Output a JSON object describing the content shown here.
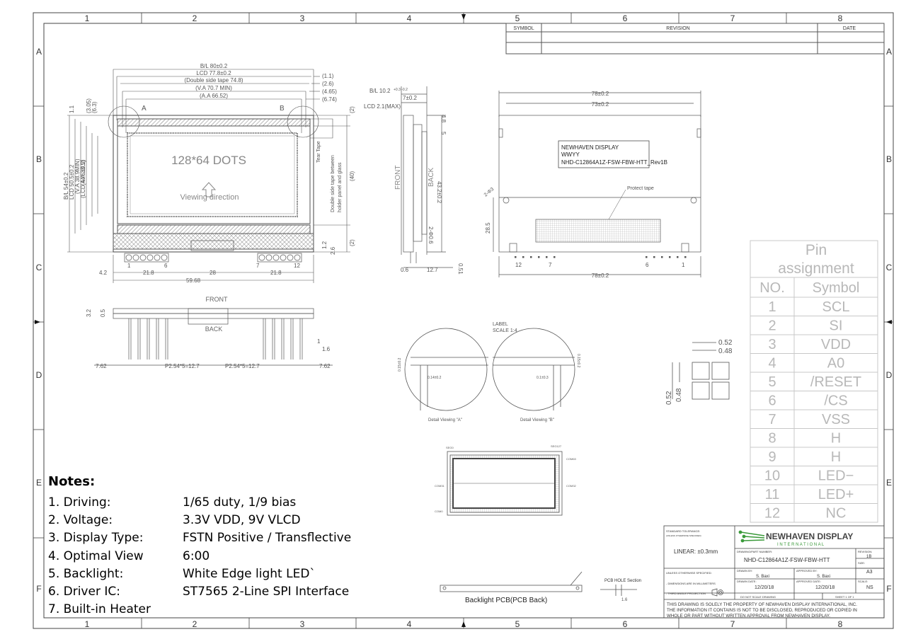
{
  "frame": {
    "top_cols": [
      "1",
      "2",
      "3",
      "4",
      "5",
      "6",
      "7",
      "8"
    ],
    "rows": [
      "A",
      "B",
      "C",
      "D",
      "E",
      "F"
    ]
  },
  "revision_table": {
    "col_symbol": "SYMBOL",
    "col_revision": "REVISION",
    "col_date": "DATE"
  },
  "front_view": {
    "dim_bl": "B/L 80±0.2",
    "dim_lcd": "LCD 77.8±0.2",
    "dim_double_side_tape": "(Double side tape 74.8)",
    "dim_va": "(V.A 70.7 MIN)",
    "dim_aa": "(A.A 66.52)",
    "dim_r1": "(1.1)",
    "dim_r2": "(2.6)",
    "dim_r3": "(4.65)",
    "dim_r4": "(6.74)",
    "marker_a": "A",
    "marker_b": "B",
    "dots_label": "128*64 DOTS",
    "viewing_label": "Viewing direction",
    "tear_tape": "Tear Tape",
    "double_side_tape_note_1": "Double side tape between",
    "double_side_tape_note_2": "holder panel and glass",
    "left_dims": [
      "B/L 54±0.2",
      "LCD 50.5±0.2",
      "(V.A 38.9MIN)",
      "(A.A 33.5)",
      "(3.05)",
      "(6.3)",
      "1.1",
      "(LCD 44.5±0.2)"
    ],
    "right_dims": [
      "(2)",
      "(40)",
      "(2)"
    ],
    "pin_labels": [
      "1",
      "6",
      "7",
      "12"
    ],
    "bottom_dims": [
      "4.2",
      "21.8",
      "28",
      "21.8",
      "1.2",
      "2.6"
    ],
    "dim_total": "59.68"
  },
  "side_view": {
    "dim_bl": "B/L 10.2",
    "dim_bl_tol": "+0.3 -0.2",
    "dim_lcd": "LCD 2.1(MAX)",
    "dim_7": "7±0.2",
    "dim_48": "4.8",
    "dim_5": "5",
    "dim_432": "43.2±0.2",
    "dim_pins": "2-Φ0.6",
    "front": "FRONT",
    "back": "BACK",
    "bottom_dims": [
      "0.6",
      "12.7",
      "0.51"
    ]
  },
  "back_view": {
    "dim_78a": "78±0.2",
    "dim_73": "73±0.2",
    "dim_78b": "78±0.2",
    "dim_285": "28.5",
    "dim_hole": "2-Φ3",
    "label_lines": [
      "NEWHAVEN DISPLAY",
      "WWYY",
      "NHD-C12864A1Z-FSW-FBW-HTT_Rev1B"
    ],
    "protect_tape": "Protect tape",
    "pin_labels": [
      "12",
      "7",
      "6",
      "1"
    ]
  },
  "pin_front_view": {
    "front": "FRONT",
    "back": "BACK",
    "dims": [
      "7.62",
      "P2.54*5=12.7",
      "P2.54*5=12.7",
      "7.62"
    ],
    "left_dims": [
      "3.2",
      "0.5"
    ],
    "right_dims": [
      "1",
      "1.6"
    ]
  },
  "label_scale": {
    "label": "LABEL",
    "scale": "SCALE 1:4"
  },
  "details": {
    "detail_a": "Detail Viewing \"A\"",
    "detail_b": "Detail Viewing \"B\"",
    "dim_a_vertical": "0.15±0.2",
    "dim_a_horizontal": "0.14±0.2",
    "dim_b_horizontal": "0.1±0.3",
    "dim_b_vertical": "0.15±0.2"
  },
  "pixel_detail": {
    "dims": [
      "0.52",
      "0.48",
      "0.52",
      "0.48"
    ]
  },
  "pin_assignment": {
    "title_line1": "Pin",
    "title_line2": "assignment",
    "col_no": "NO.",
    "col_symbol": "Symbol",
    "rows": [
      {
        "no": "1",
        "symbol": "SCL"
      },
      {
        "no": "2",
        "symbol": "SI"
      },
      {
        "no": "3",
        "symbol": "VDD"
      },
      {
        "no": "4",
        "symbol": "A0"
      },
      {
        "no": "5",
        "symbol": "/RESET"
      },
      {
        "no": "6",
        "symbol": "/CS"
      },
      {
        "no": "7",
        "symbol": "VSS"
      },
      {
        "no": "8",
        "symbol": "H"
      },
      {
        "no": "9",
        "symbol": "H"
      },
      {
        "no": "10",
        "symbol": "LED−"
      },
      {
        "no": "11",
        "symbol": "LED+"
      },
      {
        "no": "12",
        "symbol": "NC"
      }
    ]
  },
  "backlight_frame": {
    "seg_label": "SEG127",
    "com_labels": [
      "COM63",
      "COM31",
      "COM32",
      "COM0"
    ],
    "seg0": "SEG0"
  },
  "backlight_pcb": {
    "label": "Backlight PCB(PCB Back)",
    "section": "PCB HOLE Section",
    "dim_16": "1.6"
  },
  "notes": {
    "title": "Notes:",
    "items": [
      {
        "label": "1. Driving:",
        "value": "1/65 duty, 1/9 bias"
      },
      {
        "label": "2. Voltage:",
        "value": "3.3V VDD, 9V VLCD"
      },
      {
        "label": "3. Display Type:",
        "value": "FSTN Positive / Transflective"
      },
      {
        "label": "4. Optimal View",
        "value": "6:00"
      },
      {
        "label": "5. Backlight:",
        "value": "White Edge light LED`"
      },
      {
        "label": "6. Driver IC:",
        "value": "ST7565 2-Line SPI Interface"
      },
      {
        "label": "7. Built-in Heater",
        "value": ""
      }
    ]
  },
  "title_block": {
    "std_tol": "STANDARD TOLERANCE:",
    "std_tol_sub": "(UNLESS OTHERWISE SPECIFIED)",
    "linear": "LINEAR:   ±0.3mm",
    "company": "NEWHAVEN DISPLAY",
    "company_sub": "I N T E R N A T I O N A L",
    "drawing_label": "DRAWING/PART NUMBER:",
    "part_number": "NHD-C12864A1Z-FSW-FBW-HTT",
    "revision_label": "REVISION:",
    "revision": "1B",
    "unless": "UNLESS OTHERWISE SPECIFIED:",
    "dims_mm": "- DIMENSIONS ARE IN MILLIMETERS",
    "third_angle": "- THIRD ANGLE PROJECTION",
    "drawn_by_label": "DRAWN BY:",
    "drawn_by": "S. Baxi",
    "approved_by_label": "APPROVED BY:",
    "approved_by": "S. Baxi",
    "size_label": "SIZE:",
    "size": "A3",
    "drawn_date_label": "DRAWN DATE:",
    "drawn_date": "12/20/18",
    "approved_date_label": "APPROVED DATE:",
    "approved_date": "12/20/18",
    "scale_label": "SCALE:",
    "scale": "NS",
    "do_not_scale": "DO NOT SCALE DRAWING",
    "sheet": "SHEET 1 OF 1",
    "disclaimer": [
      "THIS DRAWING IS SOLELY THE PROPERTY OF NEWHAVEN DISPLAY INTERNATIONAL, INC.",
      "THE INFORMATION IT CONTAINS IS NOT TO BE DISCLOSED, REPRODUCED OR COPIED IN",
      "WHOLE OR PART WITHOUT WRITTEN APPROVAL FROM NEWHAVEN DISPLAY."
    ]
  },
  "colors": {
    "line": "#555555",
    "logo_green": "#3a9a3a",
    "pin_table_text": "#b8b8b8"
  }
}
